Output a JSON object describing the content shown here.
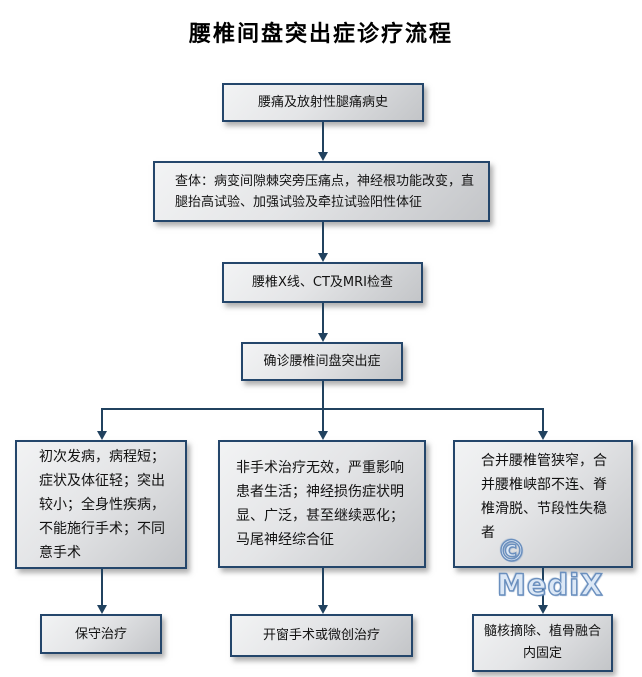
{
  "title": "腰椎间盘突出症诊疗流程",
  "watermark": "© MediX",
  "colors": {
    "box_border": "#24466b",
    "connector_line": "#21425f",
    "box_fill_light": "#f2f3f4",
    "box_fill_dark": "#c3c5c8",
    "watermark_blue": "#6a8fbe",
    "title_color": "#000000"
  },
  "nodes": {
    "history": "腰痛及放射性腿痛病史",
    "exam": "查体：病变间隙棘突旁压痛点，神经根功能改变，直腿抬高试验、加强试验及牵拉试验阳性体征",
    "imaging": "腰椎X线、CT及MRI检查",
    "diagnosis": "确诊腰椎间盘突出症",
    "conservative_indications": "初次发病，病程短；症状及体征轻；突出较小；全身性疾病，不能施行手术；不同意手术",
    "surgery_indications": "非手术治疗无效，严重影响患者生活；神经损伤症状明显、广泛，甚至继续恶化；马尾神经综合征",
    "fusion_indications": "合并腰椎管狭窄，合并腰椎峡部不连、脊椎滑脱、节段性失稳者",
    "conservative_treatment": "保守治疗",
    "surgery_treatment": "开窗手术或微创治疗",
    "fusion_treatment": "髓核摘除、植骨融合内固定"
  }
}
